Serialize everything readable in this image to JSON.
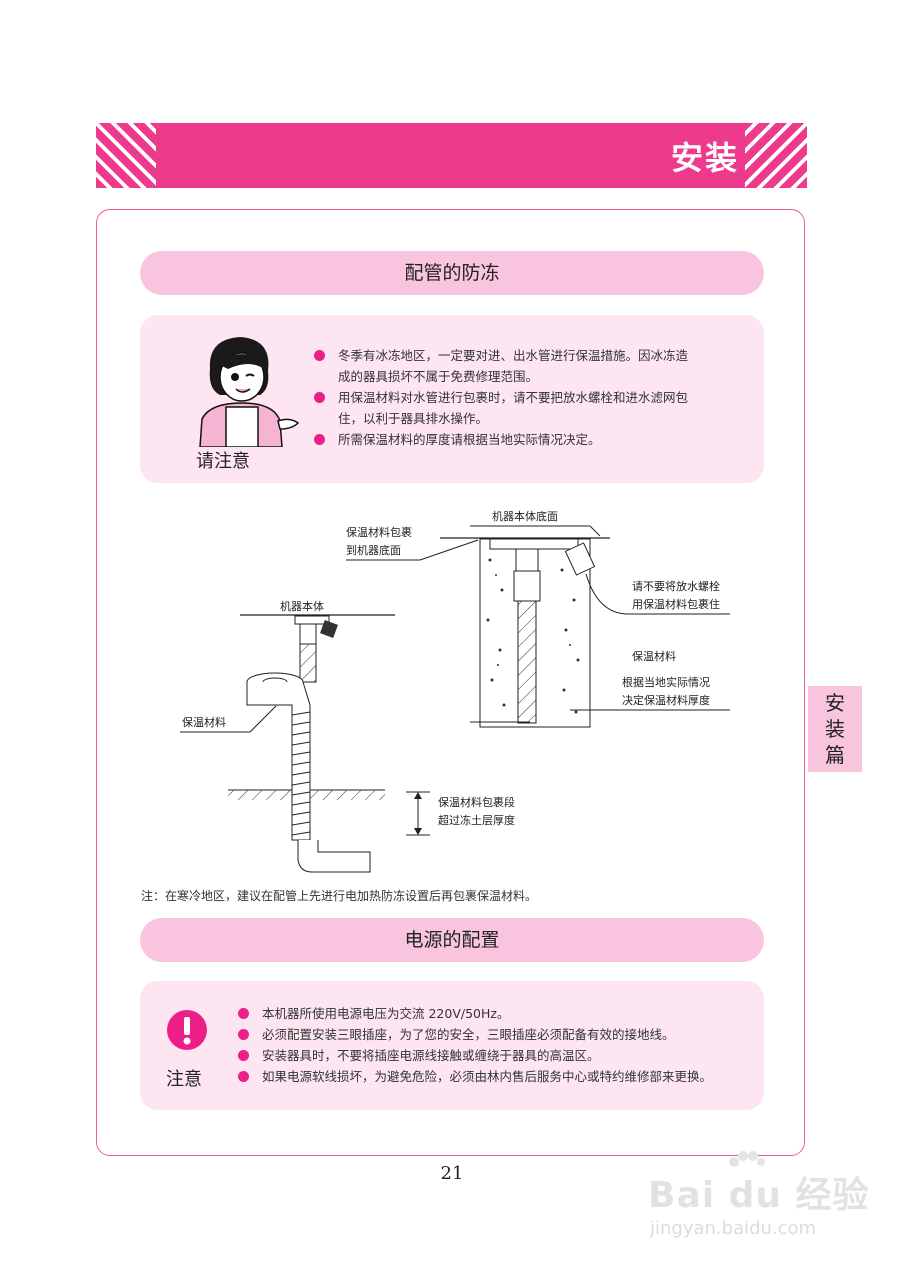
{
  "header": {
    "title": "安装"
  },
  "side_tab": {
    "chars": [
      "安",
      "装",
      "篇"
    ]
  },
  "section1": {
    "heading": "配管的防冻",
    "notice_label": "请注意",
    "items": [
      "冬季有冰冻地区，一定要对进、出水管进行保温措施。因冰冻造",
      "成的器具损坏不属于免费修理范围。",
      "用保温材料对水管进行包裹时，请不要把放水螺栓和进水滤网包",
      "住，以利于器具排水操作。",
      "所需保温材料的厚度请根据当地实际情况决定。"
    ]
  },
  "diagram": {
    "left_body_label": "机器本体",
    "left_insulation_label": "保温材料",
    "left_depth_line1": "保温材料包裹段",
    "left_depth_line2": "超过冻土层厚度",
    "right_bottom_label": "机器本体底面",
    "right_wrap_line1": "保温材料包裹",
    "right_wrap_line2": "到机器底面",
    "right_drain_line1": "请不要将放水螺栓",
    "right_drain_line2": "用保温材料包裹住",
    "right_insulation_label": "保温材料",
    "right_thick_line1": "根据当地实际情况",
    "right_thick_line2": "决定保温材料厚度"
  },
  "note": "注：在寒冷地区，建议在配管上先进行电加热防冻设置后再包裹保温材料。",
  "section2": {
    "heading": "电源的配置",
    "notice_label": "注意",
    "items": [
      "本机器所使用电源电压为交流 220V/50Hz。",
      "必须配置安装三眼插座，为了您的安全，三眼插座必须配备有效的接地线。",
      "安装器具时，不要将插座电源线接触或缠绕于器具的高温区。",
      "如果电源软线损坏，为避免危险，必须由林内售后服务中心或特约维修部来更换。"
    ]
  },
  "page_number": "21",
  "watermark": {
    "brand": "Bai du 经验",
    "url": "jingyan.baidu.com"
  },
  "colors": {
    "accent": "#ee3a8c",
    "pill": "#f9c4de",
    "panel": "#fde6f1",
    "bullet": "#ec1f86"
  }
}
